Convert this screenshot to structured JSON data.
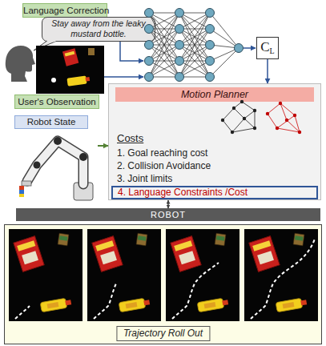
{
  "diagram": {
    "nodes": [
      {
        "text": [
          "Language Correction"
        ]
      },
      {
        "text": [
          "Stay away from the leaky mustard bottle."
        ]
      },
      {
        "text": [
          "User's Observation"
        ]
      },
      {
        "text": [
          "Robot State"
        ]
      },
      {
        "text": [
          "C",
          "L"
        ]
      },
      {
        "text": [
          "Motion Planner",
          "Costs",
          "1. Goal reaching cost",
          "2. Collision Avoidance",
          "3. Joint limits"
        ]
      },
      {
        "text": [
          "4. Language Constraints /Cost"
        ],
        "in": 5
      },
      {
        "text": [
          "ROBOT"
        ]
      },
      {
        "text": [
          "Trajectory Roll Out"
        ]
      }
    ],
    "edges": [
      {
        "from": 4,
        "to": 5,
        "arrow": "to"
      },
      {
        "from": 3,
        "to": 5,
        "arrow": "to"
      },
      {
        "from": 5,
        "to": 7,
        "arrow": "both"
      }
    ]
  }
}
